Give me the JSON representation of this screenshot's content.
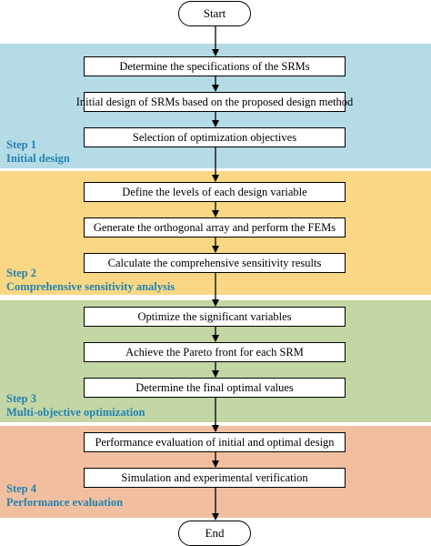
{
  "flowchart": {
    "start_label": "Start",
    "end_label": "End",
    "steps": [
      {
        "number": "Step 1",
        "title": "Initial design",
        "color": "#b5dbe6",
        "boxes": [
          "Determine the specifications of the SRMs",
          "Initial design of SRMs based on the proposed design method",
          "Selection of optimization objectives"
        ]
      },
      {
        "number": "Step 2",
        "title": "Comprehensive sensitivity analysis",
        "color": "#f9d784",
        "boxes": [
          "Define the levels of each design variable",
          "Generate the orthogonal array and perform the FEMs",
          "Calculate the comprehensive sensitivity results"
        ]
      },
      {
        "number": "Step 3",
        "title": "Multi-objective optimization",
        "color": "#c3d6a4",
        "boxes": [
          "Optimize the significant variables",
          "Achieve the Pareto front for each SRM",
          "Determine the final optimal values"
        ]
      },
      {
        "number": "Step 4",
        "title": "Performance evaluation",
        "color": "#f1bf9f",
        "boxes": [
          "Performance evaluation of initial and optimal design",
          "Simulation and experimental verification"
        ]
      }
    ],
    "label_color": "#2383b3"
  }
}
